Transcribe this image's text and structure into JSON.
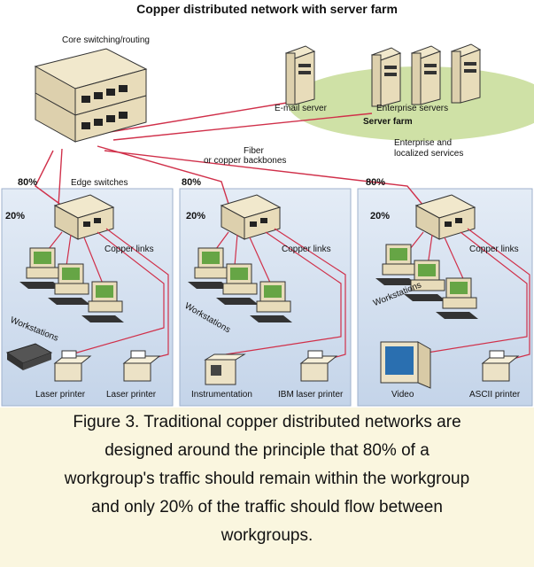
{
  "title": "Copper distributed network with server farm",
  "labels": {
    "core": "Core switching/routing",
    "email_server": "E-mail server",
    "enterprise_servers": "Enterprise servers",
    "server_farm": "Server farm",
    "fiber": "Fiber",
    "backbones": "or copper backbones",
    "enterprise_services_1": "Enterprise and",
    "enterprise_services_2": "localized services",
    "edge_switches": "Edge switches",
    "copper_links": "Copper links",
    "workstations": "Workstations",
    "laser_printer": "Laser printer",
    "instrumentation": "Instrumentation",
    "ibm_laser_printer": "IBM laser printer",
    "video": "Video",
    "ascii_printer": "ASCII printer"
  },
  "percentages": {
    "intra": "80%",
    "inter": "20%"
  },
  "caption": [
    "Figure 3. Traditional copper distributed networks are",
    "designed around the principle that 80% of a",
    "workgroup's traffic should remain within the workgroup",
    "and only 20% of the traffic should flow between",
    "workgroups."
  ],
  "colors": {
    "workgroup_panel": "#cfdced",
    "server_farm": "#cfe1a6",
    "link": "#d0304a",
    "equipment": "#ece2c6"
  }
}
